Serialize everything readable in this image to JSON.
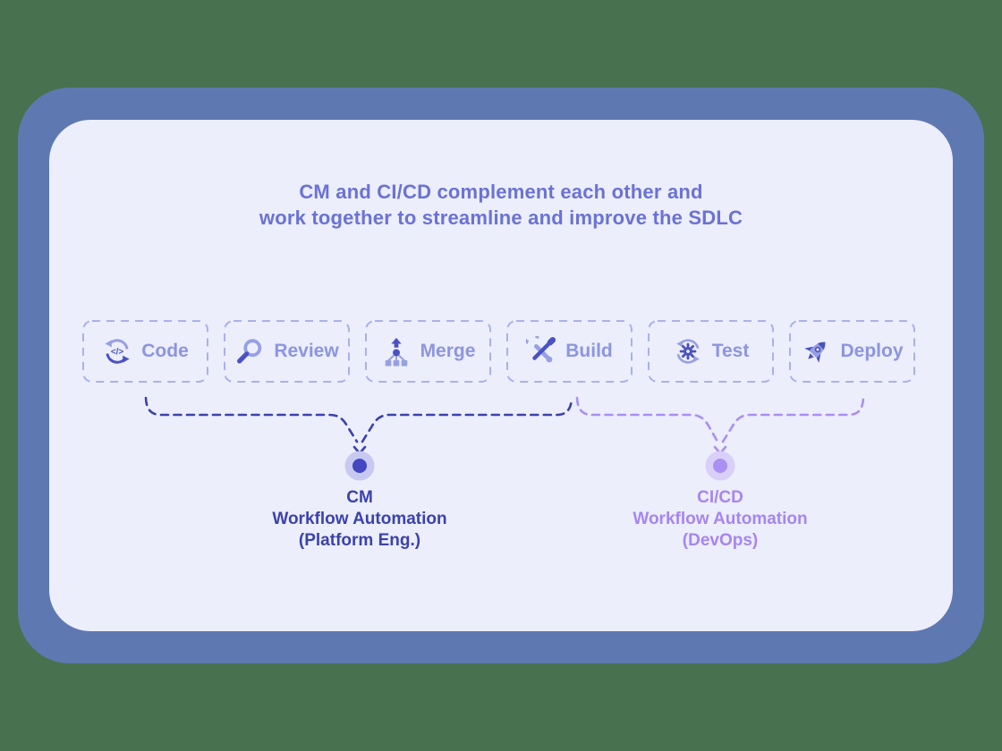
{
  "title": {
    "line1": "CM and CI/CD complement each other and",
    "line2": "work together to streamline and improve the SDLC"
  },
  "stages": [
    {
      "label": "Code",
      "icon": "code-cycle-icon"
    },
    {
      "label": "Review",
      "icon": "magnifier-icon"
    },
    {
      "label": "Merge",
      "icon": "merge-branch-icon"
    },
    {
      "label": "Build",
      "icon": "wrench-screwdriver-icon"
    },
    {
      "label": "Test",
      "icon": "gear-cycle-icon"
    },
    {
      "label": "Deploy",
      "icon": "rocket-icon"
    }
  ],
  "groups": {
    "cm": {
      "name": "CM",
      "line2": "Workflow Automation",
      "line3": "(Platform Eng.)",
      "accent": "#3b42ad",
      "spans_stages": "Code to Build"
    },
    "cicd": {
      "name": "CI/CD",
      "line2": "Workflow Automation",
      "line3": "(DevOps)",
      "accent": "#a685f2",
      "spans_stages": "Build to Deploy"
    }
  },
  "colors": {
    "background": "#48714f",
    "frame": "#5e79b1",
    "panel": "#eceefb",
    "title_text": "#6a72d5",
    "stage_text": "#8c95e0",
    "stage_border": "#a9b1ea",
    "icon_dark": "#4a52c2",
    "icon_light": "#97a0e3",
    "cm_brace": "#3b42ad",
    "cicd_brace": "#ab8ff3",
    "cm_dot_outer": "#c7c9f1",
    "cm_dot_inner": "#4348c1",
    "cicd_dot_outer": "#d9cff8",
    "cicd_dot_inner": "#aa90f3"
  }
}
